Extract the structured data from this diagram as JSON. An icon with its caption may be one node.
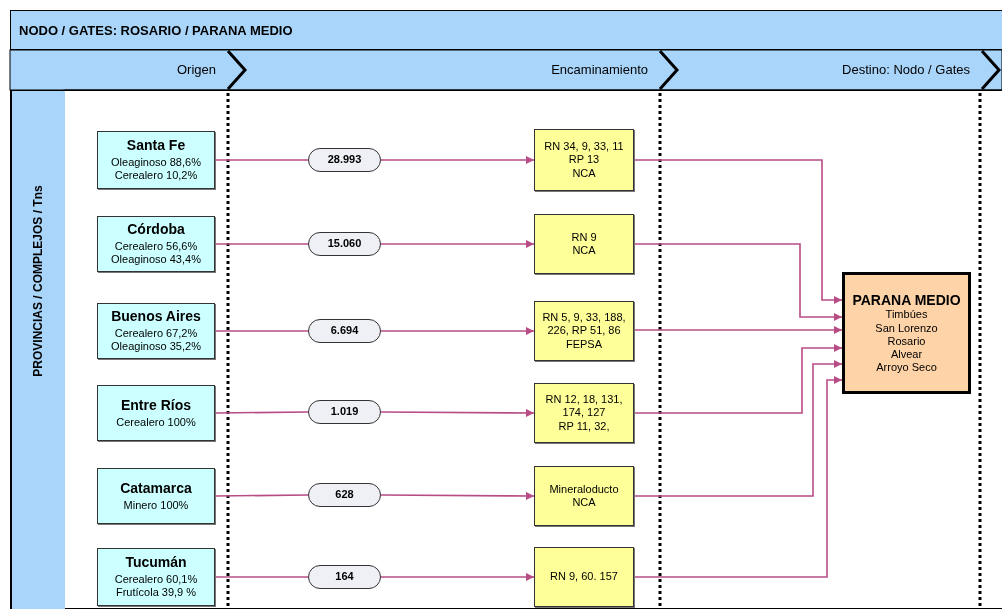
{
  "diagram": {
    "title": "NODO / GATES: ROSARIO / PARANA MEDIO",
    "nodes": [
      {
        "text": [
          "Origen"
        ]
      },
      {
        "text": [
          "Encaminamiento"
        ]
      },
      {
        "text": [
          "Destino: Nodo / Gates"
        ]
      },
      {
        "text": [
          "PROVINCIAS / COMPLEJOS / Tns"
        ]
      },
      {
        "text": [
          "Santa Fe",
          "Oleaginoso 88,6%",
          "Cerealero 10,2%"
        ],
        "in": 3
      },
      {
        "text": [
          "28.993"
        ],
        "in": 3
      },
      {
        "text": [
          "RN 34, 9, 33, 11",
          "RP 13",
          "NCA"
        ],
        "in": 3
      },
      {
        "text": [
          "Córdoba",
          "Cerealero 56,6%",
          "Oleaginoso 43,4%"
        ],
        "in": 3
      },
      {
        "text": [
          "15.060"
        ],
        "in": 3
      },
      {
        "text": [
          "RN 9",
          "NCA"
        ],
        "in": 3
      },
      {
        "text": [
          "Buenos Aires",
          "Cerealero 67,2%",
          "Oleaginoso 35,2%"
        ],
        "in": 3
      },
      {
        "text": [
          "6.694"
        ],
        "in": 3
      },
      {
        "text": [
          "RN 5, 9, 33, 188,",
          "226, RP 51, 86",
          "FEPSA"
        ],
        "in": 3
      },
      {
        "text": [
          "Entre Ríos",
          "Cerealero 100%"
        ],
        "in": 3
      },
      {
        "text": [
          "1.019"
        ],
        "in": 3
      },
      {
        "text": [
          "RN 12, 18, 131,",
          "174, 127",
          "RP 11, 32,"
        ],
        "in": 3
      },
      {
        "text": [
          "Catamarca",
          "Minero 100%"
        ],
        "in": 3
      },
      {
        "text": [
          "628"
        ],
        "in": 3
      },
      {
        "text": [
          "Mineraloducto",
          "NCA"
        ],
        "in": 3
      },
      {
        "text": [
          "Tucumán",
          "Cerealero 60,1%",
          "Frutícola 39,9 %"
        ],
        "in": 3
      },
      {
        "text": [
          "164"
        ],
        "in": 3
      },
      {
        "text": [
          "RN 9, 60. 157"
        ],
        "in": 3
      },
      {
        "text": [
          "PARANA MEDIO",
          "Timbúes",
          "San Lorenzo",
          "Rosario",
          "Alvear",
          "Arroyo Seco"
        ],
        "in": 3
      }
    ],
    "edges": [
      {
        "from": 4,
        "to": 5,
        "arrow": "none"
      },
      {
        "from": 5,
        "to": 6,
        "arrow": "to"
      },
      {
        "from": 6,
        "to": 22,
        "arrow": "to"
      },
      {
        "from": 7,
        "to": 8,
        "arrow": "none"
      },
      {
        "from": 8,
        "to": 9,
        "arrow": "to"
      },
      {
        "from": 9,
        "to": 22,
        "arrow": "to"
      },
      {
        "from": 10,
        "to": 11,
        "arrow": "none"
      },
      {
        "from": 11,
        "to": 12,
        "arrow": "to"
      },
      {
        "from": 12,
        "to": 22,
        "arrow": "to"
      },
      {
        "from": 13,
        "to": 14,
        "arrow": "none"
      },
      {
        "from": 14,
        "to": 15,
        "arrow": "to"
      },
      {
        "from": 15,
        "to": 22,
        "arrow": "to"
      },
      {
        "from": 16,
        "to": 17,
        "arrow": "none"
      },
      {
        "from": 17,
        "to": 18,
        "arrow": "to"
      },
      {
        "from": 18,
        "to": 22,
        "arrow": "to"
      },
      {
        "from": 19,
        "to": 20,
        "arrow": "none"
      },
      {
        "from": 20,
        "to": 21,
        "arrow": "to"
      },
      {
        "from": 21,
        "to": 22,
        "arrow": "to"
      }
    ]
  }
}
